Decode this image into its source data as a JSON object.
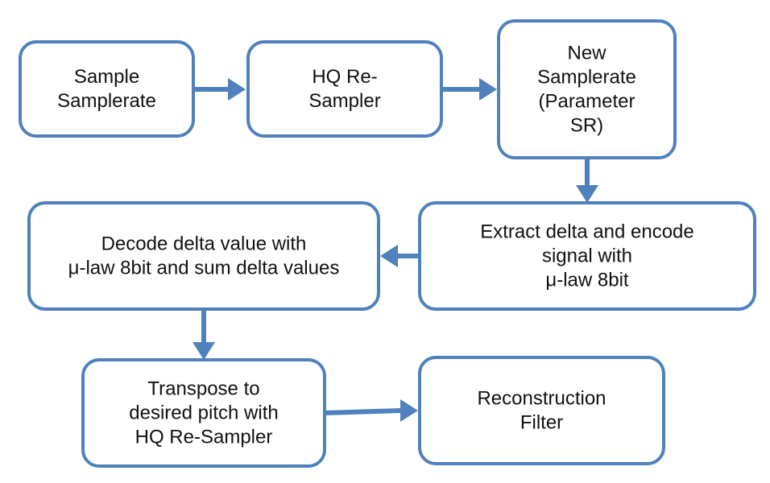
{
  "diagram": {
    "nodes": [
      {
        "id": "sample-samplerate",
        "lines": [
          "Sample",
          "Samplerate"
        ]
      },
      {
        "id": "hq-resampler",
        "lines": [
          "HQ Re-",
          "Sampler"
        ]
      },
      {
        "id": "new-samplerate",
        "lines": [
          "New",
          "Samplerate",
          "(Parameter",
          "SR)"
        ]
      },
      {
        "id": "extract-delta",
        "lines": [
          "Extract delta and encode",
          "signal with",
          "μ-law 8bit"
        ]
      },
      {
        "id": "decode-delta",
        "lines": [
          "Decode delta value with",
          "μ-law 8bit and sum delta values"
        ]
      },
      {
        "id": "transpose",
        "lines": [
          "Transpose to",
          "desired pitch with",
          "HQ Re-Sampler"
        ]
      },
      {
        "id": "reconstruction-filter",
        "lines": [
          "Reconstruction",
          "Filter"
        ]
      }
    ],
    "edges": [
      {
        "from": "sample-samplerate",
        "to": "hq-resampler"
      },
      {
        "from": "hq-resampler",
        "to": "new-samplerate"
      },
      {
        "from": "new-samplerate",
        "to": "extract-delta"
      },
      {
        "from": "extract-delta",
        "to": "decode-delta"
      },
      {
        "from": "decode-delta",
        "to": "transpose"
      },
      {
        "from": "transpose",
        "to": "reconstruction-filter"
      }
    ],
    "colors": {
      "box_stroke": "#4f81bd",
      "arrow": "#4f81bd",
      "text": "#111111",
      "background": "#ffffff"
    }
  }
}
